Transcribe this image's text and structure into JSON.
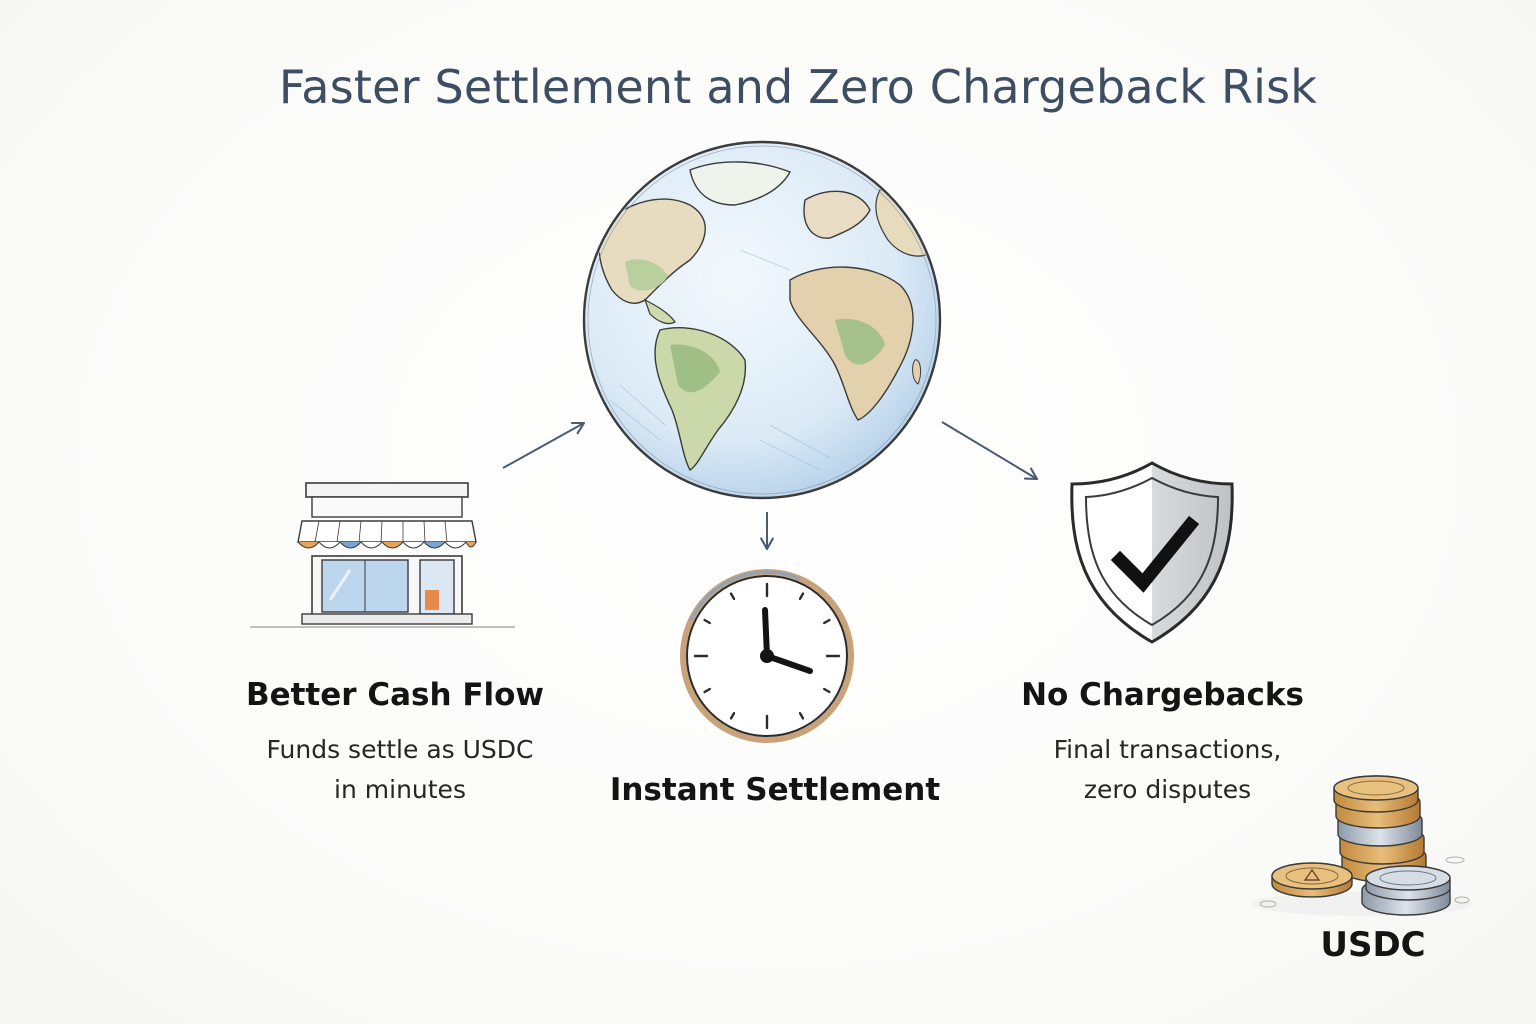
{
  "title": "Faster Settlement and Zero Chargeback Risk",
  "nodes": {
    "cash_flow": {
      "heading": "Better Cash Flow",
      "description_line1": "Funds settle as USDC",
      "description_line2": "in minutes",
      "icon": "storefront-icon"
    },
    "instant": {
      "heading": "Instant Settlement",
      "icon": "clock-icon"
    },
    "no_chargebacks": {
      "heading": "No Chargebacks",
      "description_line1": "Final transactions,",
      "description_line2": "zero disputes",
      "icon": "shield-check-icon"
    },
    "hub": {
      "icon": "globe-icon"
    },
    "coins": {
      "label": "USDC",
      "icon": "coin-stack-icon"
    }
  },
  "colors": {
    "title": "#3d4e63",
    "text": "#141414",
    "arrow": "#4a5a70",
    "ocean": "#dbeaf6",
    "land": "#d9c9a6",
    "forest": "#a9c48f",
    "awning_orange": "#e6a35a",
    "awning_blue": "#7aa4cf",
    "gold": "#d8a45a",
    "silver": "#aab4c2"
  }
}
